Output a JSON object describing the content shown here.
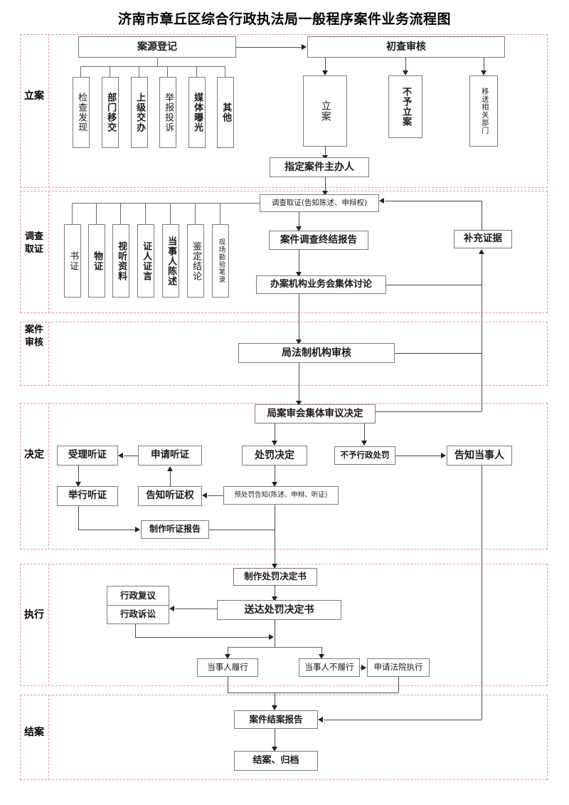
{
  "title": "济南市章丘区综合行政执法局一般程序案件业务流程图",
  "stages": [
    {
      "id": "lian",
      "label": "立案"
    },
    {
      "id": "diaocha",
      "label": "调查取证"
    },
    {
      "id": "shenhe",
      "label": "案件审核"
    },
    {
      "id": "jueding",
      "label": "决定"
    },
    {
      "id": "zhixing",
      "label": "执行"
    },
    {
      "id": "jiean",
      "label": "结案"
    }
  ],
  "nodes": {
    "case_source_registration": "案源登记",
    "source_inspection_found": "检查发现",
    "source_dept_transfer": "部门移交",
    "source_superior_assign": "上级交办",
    "source_report_complaint": "举报投诉",
    "source_media_exposure": "媒体曝光",
    "source_other": "其他",
    "preliminary_review": "初查审核",
    "file_case": "立案",
    "no_file_case": "不予立案",
    "transfer_related_dept": "移送相关部门",
    "assign_case_handler": "指定案件主办人",
    "investigation_evidence": "调查取证(告知陈述、申辩权)",
    "ev_documentary": "书证",
    "ev_physical": "物证",
    "ev_audiovisual": "视听资料",
    "ev_witness": "证人证言",
    "ev_party_statement": "当事人陈述",
    "ev_appraisal": "鉴定结论",
    "ev_site_record": "现场勘验笔录",
    "investigation_final_report": "案件调查终结报告",
    "handling_org_discussion": "办案机构业务会集体讨论",
    "supplement_evidence": "补充证据",
    "legal_affairs_review": "局法制机构审核",
    "case_review_committee": "局案审会集体审议决定",
    "accept_hearing": "受理听证",
    "apply_hearing": "申请听证",
    "hold_hearing": "举行听证",
    "notify_hearing_right": "告知听证权",
    "penalty_decision": "处罚决定",
    "pre_penalty_notice": "预处罚告知(陈述、申辩、听证)",
    "no_admin_penalty": "不予行政处罚",
    "notify_party": "告知当事人",
    "make_hearing_report": "制作听证报告",
    "make_penalty_document": "制作处罚决定书",
    "admin_reconsideration": "行政复议",
    "admin_litigation": "行政诉讼",
    "serve_penalty_document": "送达处罚决定书",
    "party_performs": "当事人履行",
    "party_not_perform": "当事人不履行",
    "apply_court_enforcement": "申请法院执行",
    "case_closing_report": "案件结案报告",
    "close_and_archive": "结案、归档"
  },
  "colors": {
    "band_border": "#e09a9a",
    "node_border": "#7b7b7b",
    "connector": "#4a4a4a",
    "text": "#1a1a1a",
    "background": "#ffffff"
  }
}
